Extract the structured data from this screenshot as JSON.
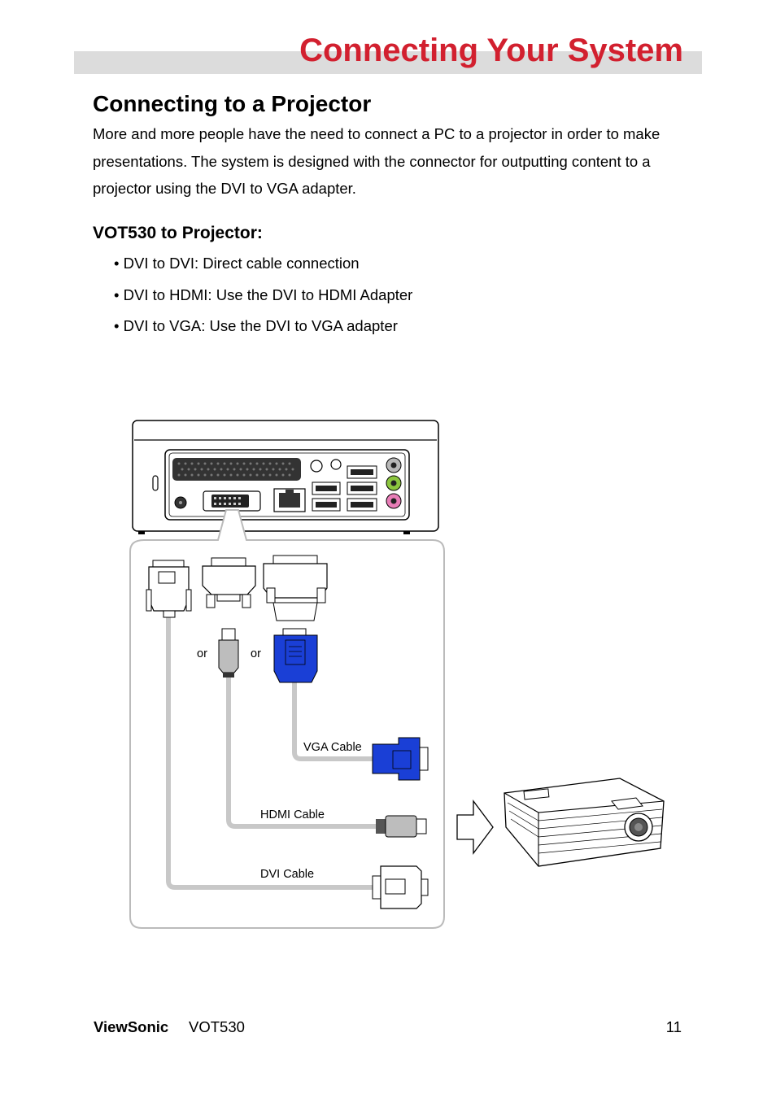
{
  "header": {
    "title": "Connecting Your System"
  },
  "section": {
    "heading": "Connecting to a Projector",
    "intro": "More and more people have the need to connect a PC to a projector in order to make presentations. The system is designed with the connector for outputting content to a projector using the DVI to VGA adapter."
  },
  "subsection": {
    "heading": "VOT530 to Projector:",
    "bullets": [
      "• DVI to DVI: Direct cable connection",
      "• DVI to HDMI: Use the DVI to HDMI Adapter",
      "• DVI to VGA: Use the DVI to VGA adapter"
    ]
  },
  "diagram": {
    "or_1": "or",
    "or_2": "or",
    "vga_cable": "VGA Cable",
    "hdmi_cable": "HDMI Cable",
    "dvi_cable": "DVI Cable",
    "colors": {
      "vga_blue": "#1a3fd6",
      "cable_gray": "#c8c8c8"
    }
  },
  "footer": {
    "brand": "ViewSonic",
    "model": "VOT530",
    "page": "11"
  }
}
